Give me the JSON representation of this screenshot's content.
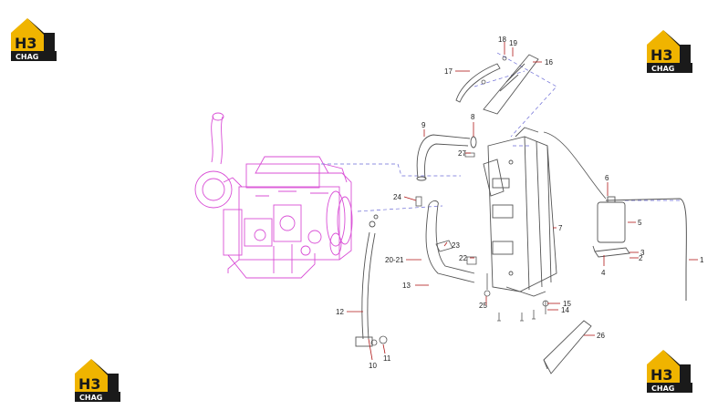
{
  "logo": {
    "mark": "H3",
    "caption": "CHAG",
    "colors": {
      "yellow": "#f0b400",
      "dark": "#1a1a1a"
    }
  },
  "logo_positions": [
    "top-left",
    "top-right",
    "bottom-left",
    "bottom-right"
  ],
  "colors": {
    "engine": "#d94fd6",
    "parts": "#555555",
    "leader": "#b01818",
    "dashed": "#6b6bd6"
  },
  "callouts": [
    "1",
    "2",
    "3",
    "4",
    "5",
    "6",
    "7",
    "8",
    "9",
    "10",
    "11",
    "12",
    "13",
    "14",
    "15",
    "16",
    "17",
    "18",
    "19",
    "20-21",
    "22",
    "23",
    "24",
    "25",
    "26",
    "27"
  ]
}
